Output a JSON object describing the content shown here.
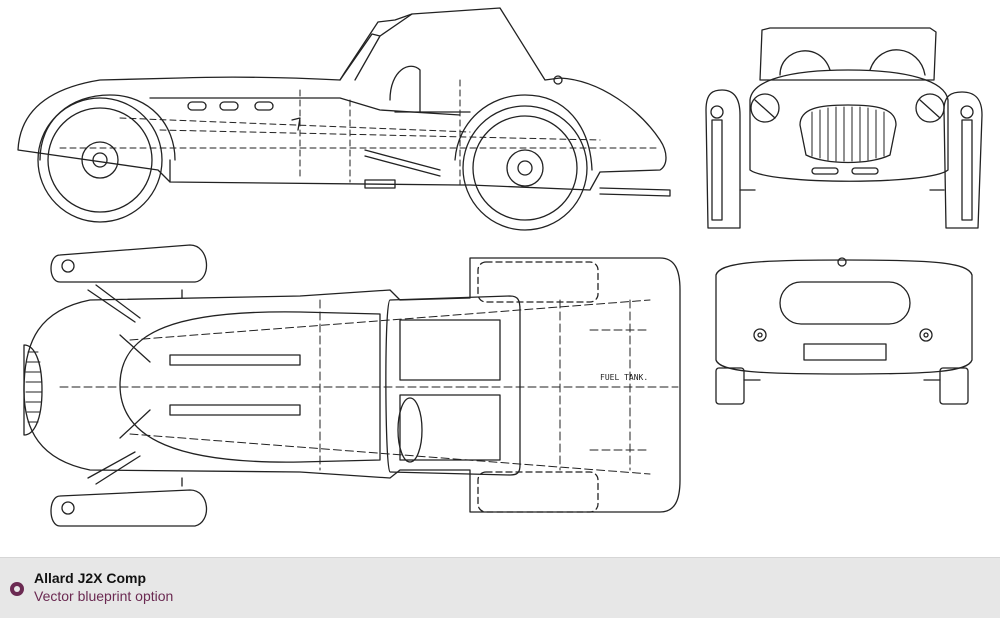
{
  "footer": {
    "title": "Allard J2X Comp",
    "subtitle": "Vector blueprint option",
    "radio_color": "#6b2a52"
  },
  "blueprint": {
    "annotation_fuel_tank": "FUEL  TANK.",
    "line_color": "#222222",
    "views": [
      "side-view",
      "front-view",
      "top-view",
      "rear-view"
    ]
  }
}
